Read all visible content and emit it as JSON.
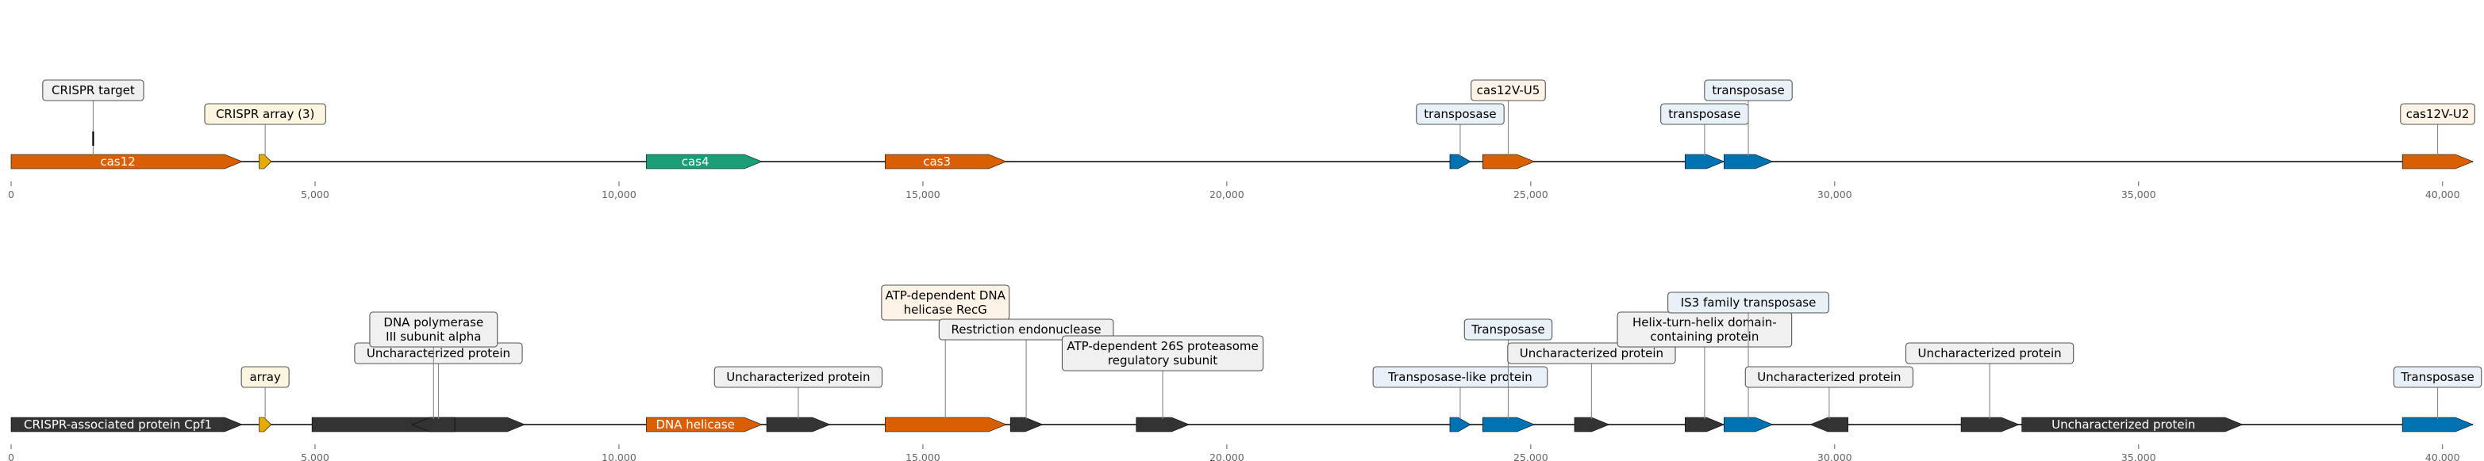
{
  "axis": {
    "ticks": [
      0,
      5000,
      10000,
      15000,
      20000,
      25000,
      30000,
      35000,
      40000
    ],
    "tick_labels": [
      "0",
      "5,000",
      "10,000",
      "15,000",
      "20,000",
      "25,000",
      "30,000",
      "35,000",
      "40,000"
    ]
  },
  "colors": {
    "orange": "#d95f02",
    "green": "#1b9e77",
    "blue": "#0072b2",
    "dark": "#333333",
    "yellow": "#e6ab02",
    "box_orange": "#fdf3e7",
    "box_blue": "#e8f1f8",
    "box_dark": "#f0f0f0",
    "box_yellow": "#fcf6e1"
  },
  "tracks": [
    {
      "features": [
        {
          "start": 0,
          "end": 3800,
          "strand": 1,
          "color": "orange",
          "label": "cas12"
        },
        {
          "start": 4080,
          "end": 4280,
          "strand": 1,
          "color": "yellow"
        },
        {
          "start": 10450,
          "end": 12350,
          "strand": 1,
          "color": "green",
          "label": "cas4"
        },
        {
          "start": 14380,
          "end": 16370,
          "strand": 1,
          "color": "orange",
          "label": "cas3"
        },
        {
          "start": 23670,
          "end": 24010,
          "strand": 1,
          "color": "blue"
        },
        {
          "start": 24210,
          "end": 25060,
          "strand": 1,
          "color": "orange"
        },
        {
          "start": 27540,
          "end": 28180,
          "strand": 1,
          "color": "blue"
        },
        {
          "start": 28180,
          "end": 28980,
          "strand": 1,
          "color": "blue"
        },
        {
          "start": 39340,
          "end": 40500,
          "strand": 1,
          "color": "orange"
        }
      ],
      "annotations": [
        {
          "text": "CRISPR target",
          "pos": 1350,
          "level": 2,
          "box": "box_dark",
          "mark": true
        },
        {
          "text": "CRISPR array (3)",
          "pos": 4180,
          "level": 1,
          "box": "box_yellow"
        },
        {
          "text": "transposase",
          "pos": 23840,
          "level": 1,
          "box": "box_blue"
        },
        {
          "text": "cas12V-U5",
          "pos": 24630,
          "level": 2,
          "box": "box_orange"
        },
        {
          "text": "transposase",
          "pos": 27860,
          "level": 1,
          "box": "box_blue"
        },
        {
          "text": "transposase",
          "pos": 28580,
          "level": 2,
          "box": "box_blue"
        },
        {
          "text": "cas12V-U2",
          "pos": 39920,
          "level": 1,
          "box": "box_orange"
        }
      ]
    },
    {
      "features": [
        {
          "start": 0,
          "end": 3800,
          "strand": 1,
          "color": "dark",
          "label": "CRISPR-associated protein Cpf1"
        },
        {
          "start": 4080,
          "end": 4280,
          "strand": 1,
          "color": "yellow"
        },
        {
          "start": 4950,
          "end": 8450,
          "strand": 1,
          "color": "dark"
        },
        {
          "start": 6600,
          "end": 7300,
          "strand": -1,
          "color": "dark"
        },
        {
          "start": 10450,
          "end": 12350,
          "strand": 1,
          "color": "orange",
          "label": "DNA helicase"
        },
        {
          "start": 12430,
          "end": 13470,
          "strand": 1,
          "color": "dark"
        },
        {
          "start": 14380,
          "end": 16370,
          "strand": 1,
          "color": "orange"
        },
        {
          "start": 16440,
          "end": 16970,
          "strand": 1,
          "color": "dark"
        },
        {
          "start": 18510,
          "end": 19380,
          "strand": 1,
          "color": "dark"
        },
        {
          "start": 23670,
          "end": 24010,
          "strand": 1,
          "color": "blue"
        },
        {
          "start": 24210,
          "end": 25060,
          "strand": 1,
          "color": "blue"
        },
        {
          "start": 25720,
          "end": 26290,
          "strand": 1,
          "color": "dark"
        },
        {
          "start": 27540,
          "end": 28180,
          "strand": 1,
          "color": "dark"
        },
        {
          "start": 28180,
          "end": 28980,
          "strand": 1,
          "color": "blue"
        },
        {
          "start": 29600,
          "end": 30220,
          "strand": -1,
          "color": "dark"
        },
        {
          "start": 32080,
          "end": 33030,
          "strand": 1,
          "color": "dark"
        },
        {
          "start": 33080,
          "end": 36710,
          "strand": 1,
          "color": "dark",
          "label": "Uncharacterized protein"
        },
        {
          "start": 39340,
          "end": 40500,
          "strand": 1,
          "color": "blue"
        }
      ],
      "annotations": [
        {
          "text": "array",
          "pos": 4180,
          "level": 1,
          "box": "box_yellow"
        },
        {
          "text": "Uncharacterized protein",
          "pos": 7030,
          "level": 2,
          "box": "box_dark"
        },
        {
          "text": "DNA polymerase\nIII subunit alpha",
          "pos": 6950,
          "level": 3,
          "box": "box_dark"
        },
        {
          "text": "Uncharacterized protein",
          "pos": 12950,
          "level": 1,
          "box": "box_dark"
        },
        {
          "text": "ATP-dependent DNA\nhelicase RecG",
          "pos": 15370,
          "level": 4,
          "box": "box_orange"
        },
        {
          "text": "Restriction endonuclease",
          "pos": 16700,
          "level": 3,
          "box": "box_dark"
        },
        {
          "text": "ATP-dependent 26S proteasome\nregulatory subunit",
          "pos": 18945,
          "level": 2,
          "box": "box_dark"
        },
        {
          "text": "Transposase-like protein",
          "pos": 23840,
          "level": 1,
          "box": "box_blue"
        },
        {
          "text": "Transposase",
          "pos": 24630,
          "level": 3,
          "box": "box_blue"
        },
        {
          "text": "Uncharacterized protein",
          "pos": 26000,
          "level": 2,
          "box": "box_dark"
        },
        {
          "text": "Helix-turn-helix domain-\ncontaining protein",
          "pos": 27860,
          "level": 3,
          "box": "box_dark"
        },
        {
          "text": "IS3 family transposase",
          "pos": 28580,
          "level": 4,
          "box": "box_blue"
        },
        {
          "text": "Uncharacterized protein",
          "pos": 29910,
          "level": 1,
          "box": "box_dark"
        },
        {
          "text": "Uncharacterized protein",
          "pos": 32550,
          "level": 2,
          "box": "box_dark"
        },
        {
          "text": "Transposase",
          "pos": 39920,
          "level": 1,
          "box": "box_blue"
        }
      ]
    }
  ]
}
